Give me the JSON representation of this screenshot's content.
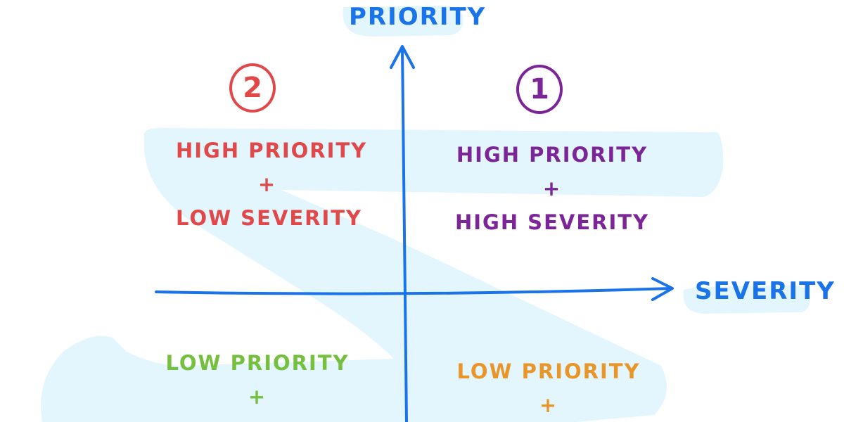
{
  "colors": {
    "axis": "#1a73e8",
    "highlight": "#e3f6fd",
    "q1": "#7b2596",
    "q2": "#e0484a",
    "q3": "#76c040",
    "q4": "#e8952a"
  },
  "axes": {
    "y_label": "Priority",
    "x_label": "Severity"
  },
  "quadrants": [
    {
      "id": "q1",
      "position": "top-right",
      "number": "1",
      "line1": "High Priority",
      "plus": "+",
      "line2": "High Severity"
    },
    {
      "id": "q2",
      "position": "top-left",
      "number": "2",
      "line1": "High Priority",
      "plus": "+",
      "line2": "Low Severity"
    },
    {
      "id": "q3",
      "position": "bottom-left",
      "line1": "Low Priority",
      "plus": "+"
    },
    {
      "id": "q4",
      "position": "bottom-right",
      "line1": "Low Priority",
      "plus": "+"
    }
  ]
}
